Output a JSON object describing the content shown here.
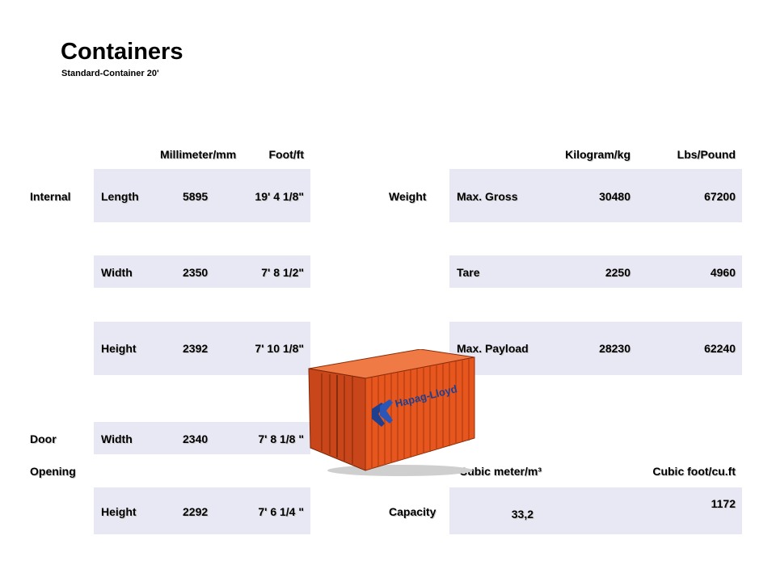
{
  "header": {
    "title": "Containers",
    "subtitle": "Standard-Container  20'"
  },
  "dimensions": {
    "col_mm": "Millimeter/mm",
    "col_ft": "Foot/ft",
    "internal_label": "Internal",
    "door_label": "Door",
    "opening_label": "Opening",
    "rows": [
      {
        "name": "Length",
        "mm": "5895",
        "ft": "19' 4 1/8\""
      },
      {
        "name": "Width",
        "mm": "2350",
        "ft": "7' 8 1/2\""
      },
      {
        "name": "Height",
        "mm": "2392",
        "ft": "7' 10 1/8\""
      },
      {
        "name": "Width",
        "mm": "2340",
        "ft": "7' 8 1/8 \""
      },
      {
        "name": "Height",
        "mm": "2292",
        "ft": "7' 6 1/4 \""
      }
    ]
  },
  "weight": {
    "label": "Weight",
    "col_kg": "Kilogram/kg",
    "col_lbs": "Lbs/Pound",
    "rows": [
      {
        "name": "Max. Gross",
        "kg": "30480",
        "lbs": "67200"
      },
      {
        "name": "Tare",
        "kg": "2250",
        "lbs": "4960"
      },
      {
        "name": "Max. Payload",
        "kg": "28230",
        "lbs": "62240"
      }
    ]
  },
  "capacity": {
    "label": "Capacity",
    "col_m3": "Cubic meter/m³",
    "col_cuft": "Cubic foot/cu.ft",
    "m3": "33,2",
    "cuft": "1172"
  },
  "image": {
    "icon": "shipping-container-icon",
    "logo_text": "Hapag-Lloyd",
    "body_color": "#e8561f",
    "logo_color": "#1f3f8f"
  }
}
